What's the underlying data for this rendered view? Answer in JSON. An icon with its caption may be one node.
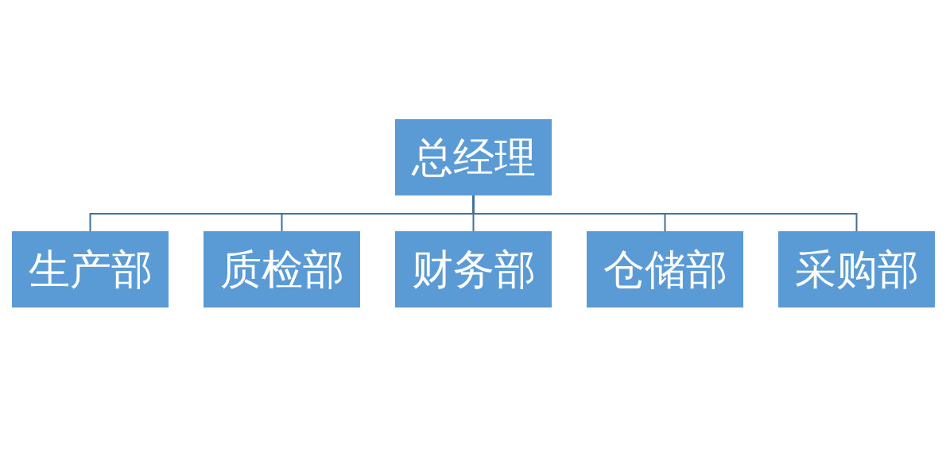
{
  "diagram": {
    "nodes": [
      {
        "text": [
          "总经理"
        ]
      },
      {
        "text": [
          "生产部"
        ]
      },
      {
        "text": [
          "质检部"
        ]
      },
      {
        "text": [
          "财务部"
        ]
      },
      {
        "text": [
          "仓储部"
        ]
      },
      {
        "text": [
          "采购部"
        ]
      }
    ],
    "edges": [
      {
        "from": 0,
        "to": 1,
        "arrow": "none"
      },
      {
        "from": 0,
        "to": 2,
        "arrow": "none"
      },
      {
        "from": 0,
        "to": 3,
        "arrow": "none"
      },
      {
        "from": 0,
        "to": 4,
        "arrow": "none"
      },
      {
        "from": 0,
        "to": 5,
        "arrow": "none"
      }
    ]
  }
}
